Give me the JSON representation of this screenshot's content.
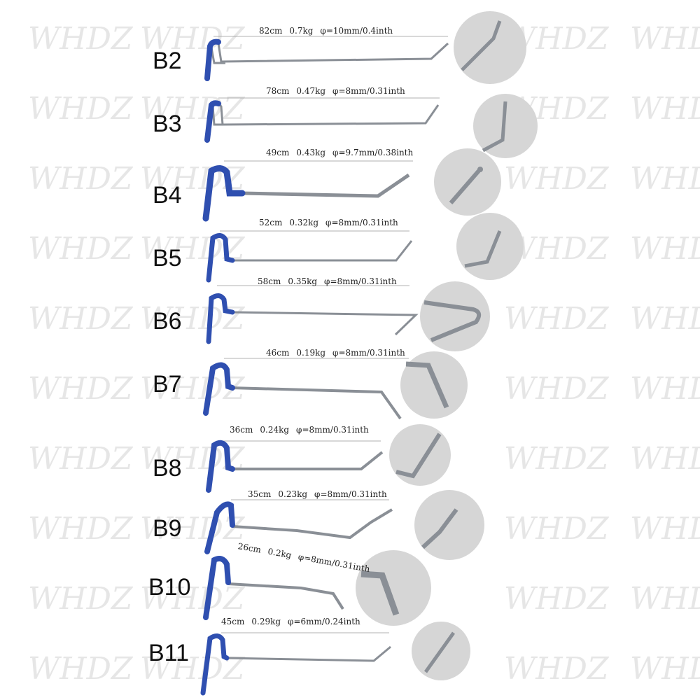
{
  "watermark": {
    "text": "WHDZ",
    "color": "#e6e6e6"
  },
  "colors": {
    "handle": "#2f4fb0",
    "rod": "#8a8f96",
    "rod_dark": "#5a5e64",
    "circle_bg": "#d9d9d9"
  },
  "tools": [
    {
      "code": "B2",
      "length": "82cm",
      "weight": "0.7kg",
      "diameter": "φ=10mm/0.4inth"
    },
    {
      "code": "B3",
      "length": "78cm",
      "weight": "0.47kg",
      "diameter": "φ=8mm/0.31inth"
    },
    {
      "code": "B4",
      "length": "49cm",
      "weight": "0.43kg",
      "diameter": "φ=9.7mm/0.38inth"
    },
    {
      "code": "B5",
      "length": "52cm",
      "weight": "0.32kg",
      "diameter": "φ=8mm/0.31inth"
    },
    {
      "code": "B6",
      "length": "58cm",
      "weight": "0.35kg",
      "diameter": "φ=8mm/0.31inth"
    },
    {
      "code": "B7",
      "length": "46cm",
      "weight": "0.19kg",
      "diameter": "φ=8mm/0.31inth"
    },
    {
      "code": "B8",
      "length": "36cm",
      "weight": "0.24kg",
      "diameter": "φ=8mm/0.31inth"
    },
    {
      "code": "B9",
      "length": "35cm",
      "weight": "0.23kg",
      "diameter": "φ=8mm/0.31inth"
    },
    {
      "code": "B10",
      "length": "26cm",
      "weight": "0.2kg",
      "diameter": "φ=8mm/0.31inth"
    },
    {
      "code": "B11",
      "length": "45cm",
      "weight": "0.29kg",
      "diameter": "φ=6mm/0.24inth"
    }
  ]
}
